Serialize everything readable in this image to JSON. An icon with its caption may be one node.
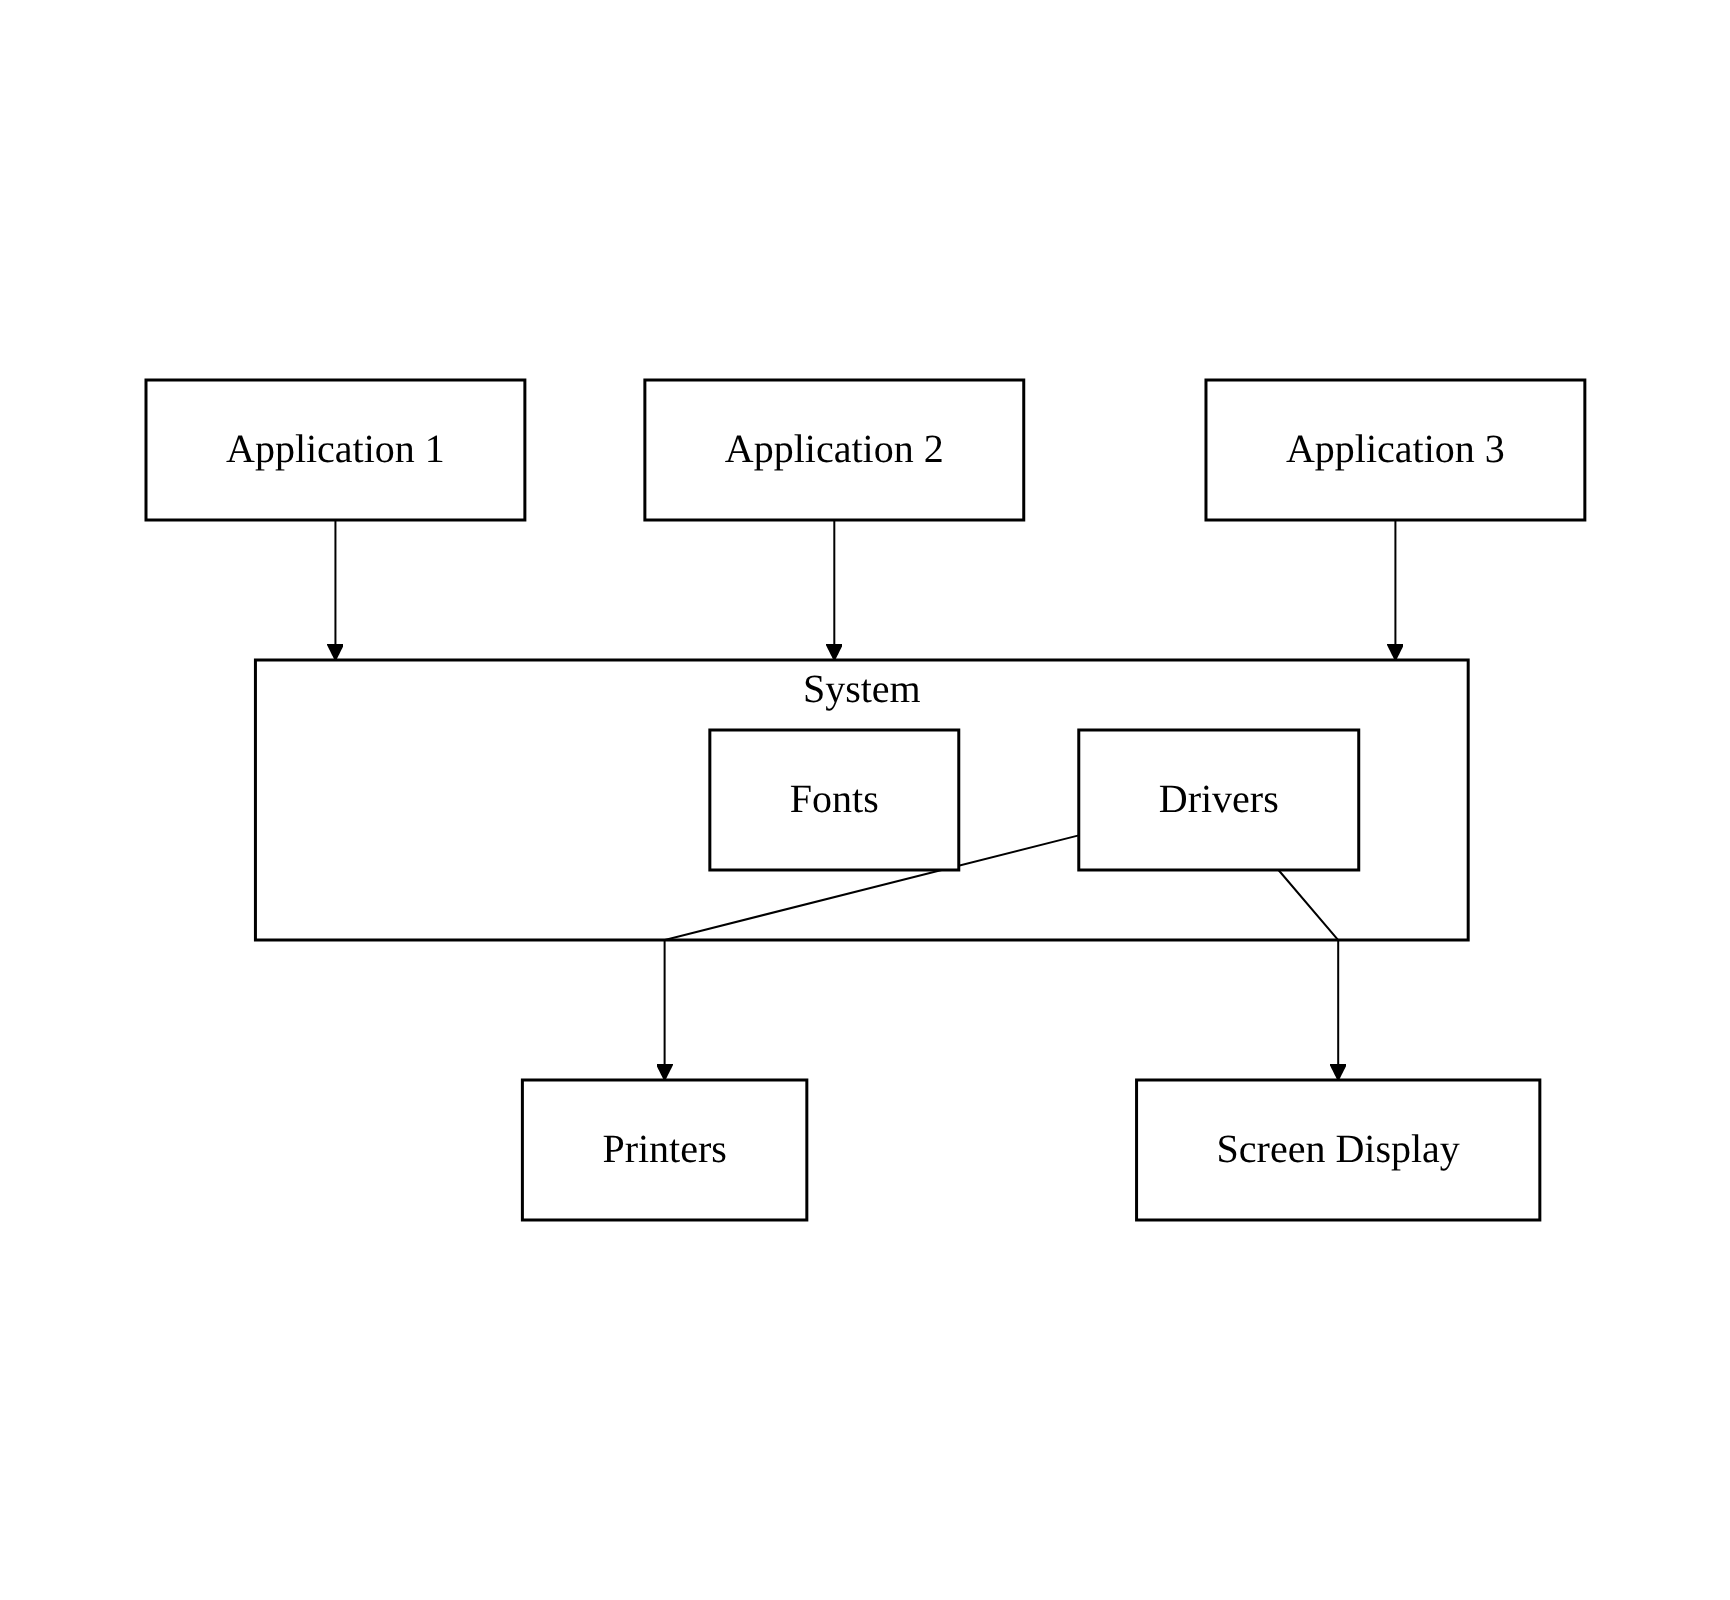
{
  "diagram": {
    "nodes": [
      {
        "text": [
          "Application 1"
        ]
      },
      {
        "text": [
          "Application 2"
        ]
      },
      {
        "text": [
          "Application 3"
        ]
      },
      {
        "text": [
          "System"
        ]
      },
      {
        "text": [
          "Fonts"
        ],
        "in": 3
      },
      {
        "text": [
          "Drivers"
        ],
        "in": 3
      },
      {
        "text": [
          "Printers"
        ]
      },
      {
        "text": [
          "Screen Display"
        ]
      }
    ],
    "edges": [
      {
        "from": 0,
        "to": 3,
        "arrow": "to"
      },
      {
        "from": 1,
        "to": 3,
        "arrow": "to"
      },
      {
        "from": 2,
        "to": 3,
        "arrow": "to"
      },
      {
        "from": 5,
        "to": 6,
        "arrow": "to"
      },
      {
        "from": 5,
        "to": 7,
        "arrow": "to"
      }
    ]
  }
}
